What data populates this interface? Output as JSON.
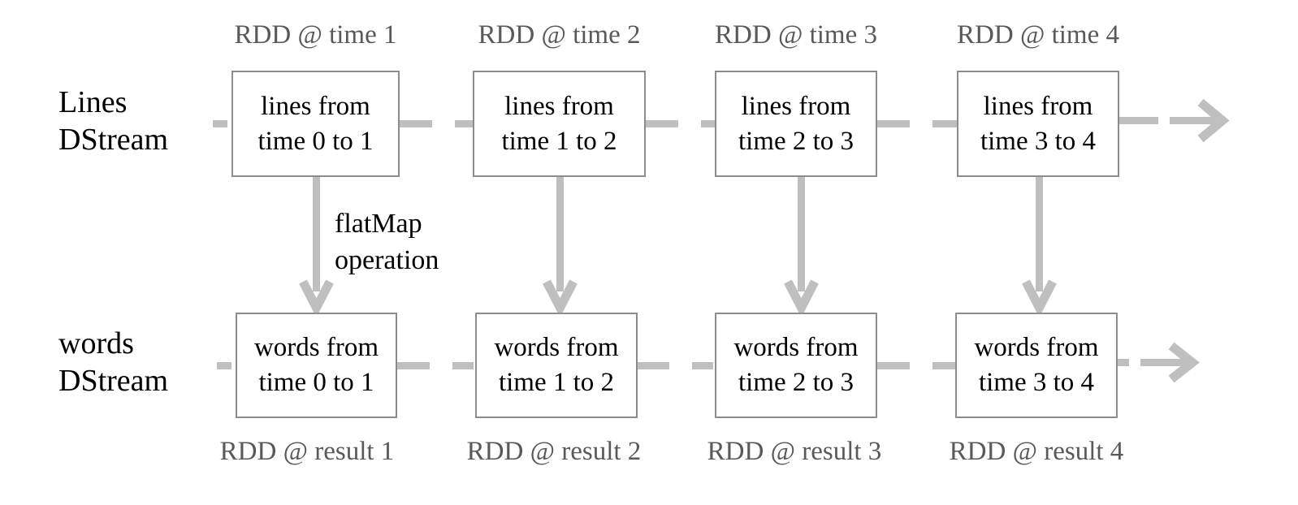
{
  "diagram": {
    "title": "Spark Streaming DStream flatMap lineage",
    "colors": {
      "box_border": "#8c8c8c",
      "box_text": "#000000",
      "caption_text": "#595959",
      "stream_line": "#bfbfbf",
      "arrow": "#bfbfbf",
      "background": "#ffffff"
    }
  },
  "rows": {
    "top": {
      "label": "Lines\nDStream",
      "captions": [
        "RDD @ time 1",
        "RDD @ time 2",
        "RDD @ time 3",
        "RDD @ time 4"
      ],
      "boxes": [
        {
          "line1": "lines from",
          "line2": "time 0 to 1"
        },
        {
          "line1": "lines from",
          "line2": "time 1 to 2"
        },
        {
          "line1": "lines from",
          "line2": "time 2 to 3"
        },
        {
          "line1": "lines from",
          "line2": "time 3 to 4"
        }
      ]
    },
    "bottom": {
      "label": "words\nDStream",
      "captions": [
        "RDD @ result 1",
        "RDD @ result 2",
        "RDD @ result 3",
        "RDD @ result 4"
      ],
      "boxes": [
        {
          "line1": "words from",
          "line2": "time 0 to 1"
        },
        {
          "line1": "words from",
          "line2": "time 1 to 2"
        },
        {
          "line1": "words from",
          "line2": "time 2 to 3"
        },
        {
          "line1": "words from",
          "line2": "time 3 to 4"
        }
      ]
    }
  },
  "operation": {
    "label": "flatMap\noperation"
  }
}
